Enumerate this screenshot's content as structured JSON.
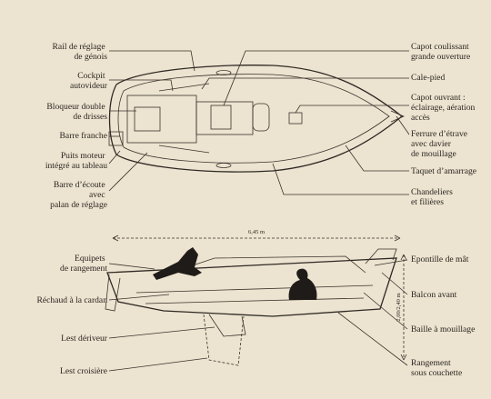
{
  "labels_left": [
    {
      "id": "rail-de-reglage",
      "lines": [
        "Rail de réglage",
        "de génois"
      ]
    },
    {
      "id": "cockpit-autovideur",
      "lines": [
        "Cockpit",
        "autovideur"
      ]
    },
    {
      "id": "bloqueur-double",
      "lines": [
        "Bloqueur double",
        "de drisses"
      ]
    },
    {
      "id": "barre-franche",
      "lines": [
        "Barre franche"
      ]
    },
    {
      "id": "puits-moteur",
      "lines": [
        "Puits moteur",
        "intégré au tableau"
      ]
    },
    {
      "id": "barre-ecoute",
      "lines": [
        "Barre d’écoute",
        "avec",
        "palan de réglage"
      ]
    },
    {
      "id": "equipets",
      "lines": [
        "Equipets",
        "de rangement"
      ]
    },
    {
      "id": "rechaud",
      "lines": [
        "Réchaud à la cardan"
      ]
    },
    {
      "id": "lest-deriveur",
      "lines": [
        "Lest dériveur"
      ]
    },
    {
      "id": "lest-croisiere",
      "lines": [
        "Lest croisière"
      ]
    }
  ],
  "labels_right": [
    {
      "id": "capot-coulissant",
      "lines": [
        "Capot coulissant",
        "grande ouverture"
      ]
    },
    {
      "id": "cale-pied",
      "lines": [
        "Cale-pied"
      ]
    },
    {
      "id": "capot-ouvrant",
      "lines": [
        "Capot ouvrant :",
        "éclairage, aération",
        "accès"
      ]
    },
    {
      "id": "ferrure-etrave",
      "lines": [
        "Ferrure d’étrave",
        "avec davier",
        "de mouillage"
      ]
    },
    {
      "id": "taquet",
      "lines": [
        "Taquet d’amarrage"
      ]
    },
    {
      "id": "chandeliers",
      "lines": [
        "Chandeliers",
        "et filières"
      ]
    },
    {
      "id": "epontille",
      "lines": [
        "Epontille de mât"
      ]
    },
    {
      "id": "balcon",
      "lines": [
        "Balcon avant"
      ]
    },
    {
      "id": "baille",
      "lines": [
        "Baille à mouillage"
      ]
    },
    {
      "id": "rangement",
      "lines": [
        "Rangement",
        "sous couchette"
      ]
    }
  ],
  "dimensions": {
    "length": "6,45 m",
    "height": "2,00/2,40 m"
  }
}
